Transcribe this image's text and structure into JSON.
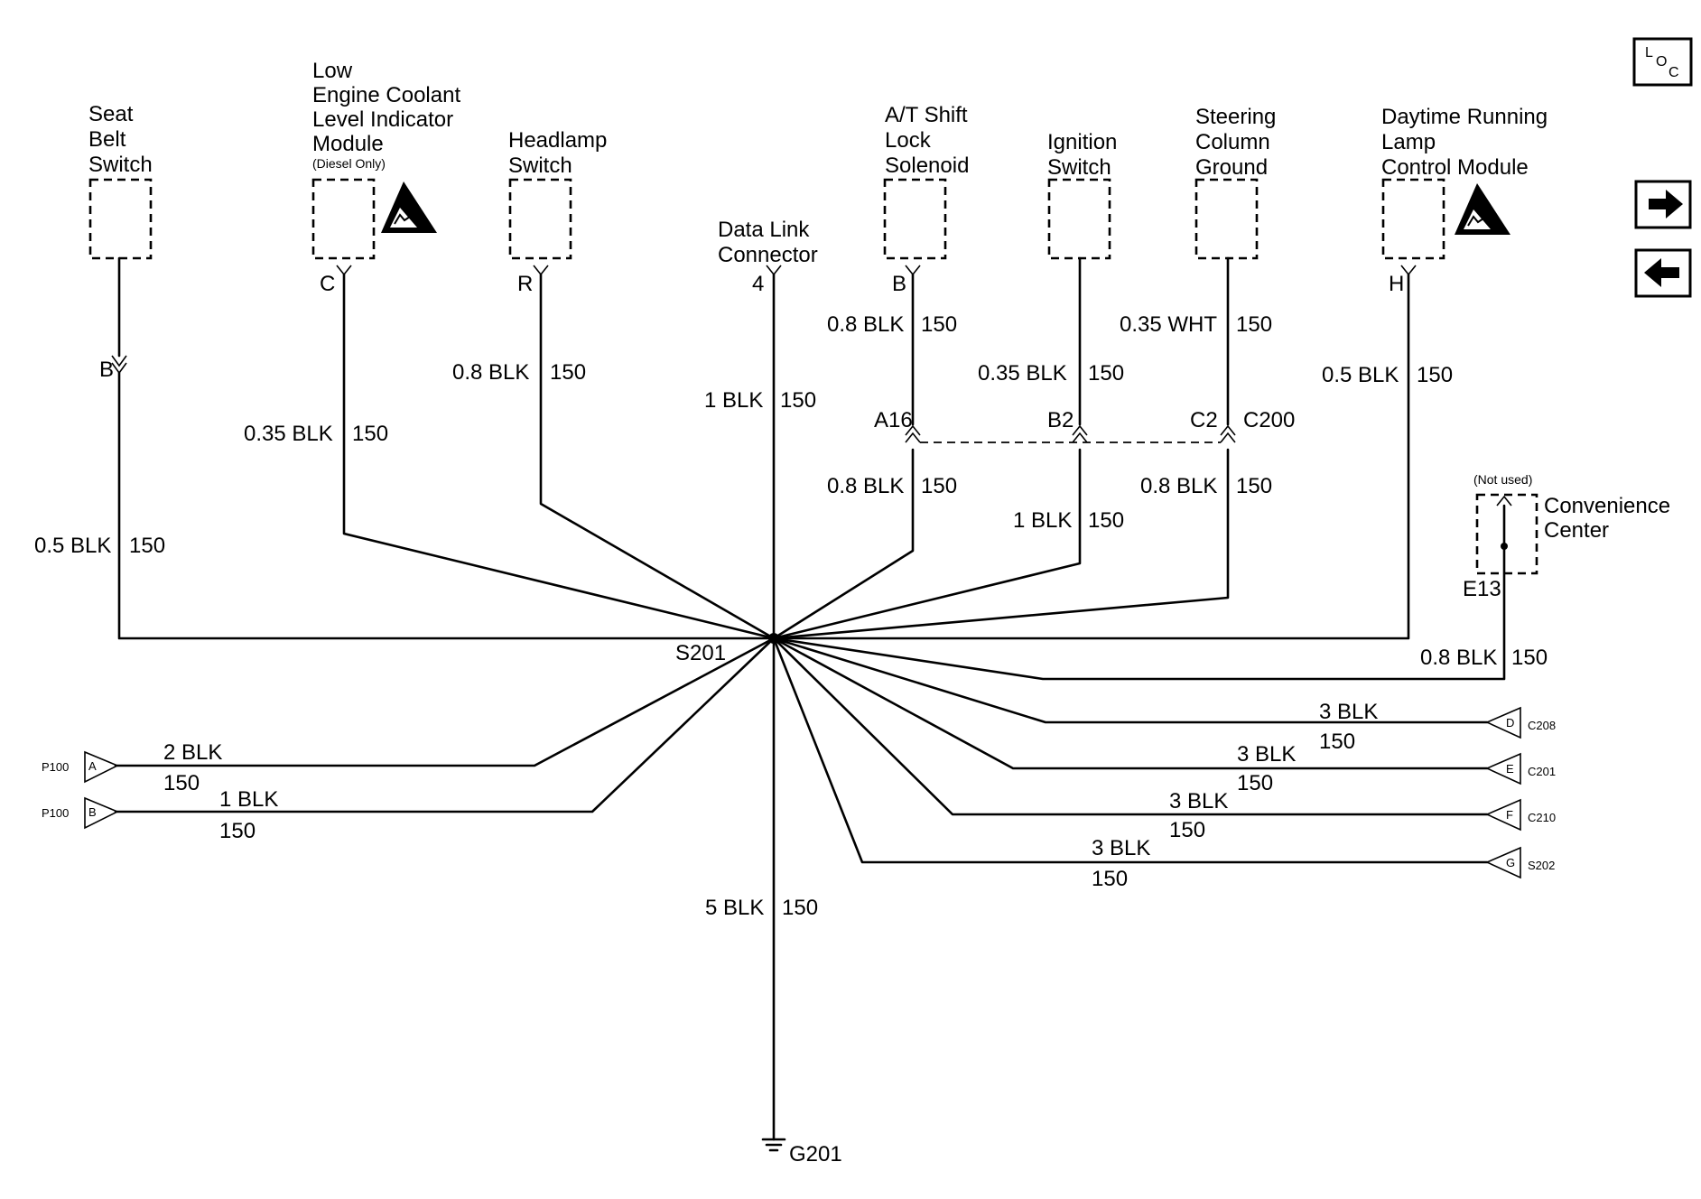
{
  "components": {
    "seat_belt_switch": [
      "Seat",
      "Belt",
      "Switch"
    ],
    "low_coolant_module": [
      "Low",
      "Engine Coolant",
      "Level Indicator",
      "Module"
    ],
    "low_coolant_note": "(Diesel Only)",
    "headlamp_switch": [
      "Headlamp",
      "Switch"
    ],
    "data_link_connector": [
      "Data Link",
      "Connector"
    ],
    "at_shift_lock": [
      "A/T Shift",
      "Lock",
      "Solenoid"
    ],
    "ignition_switch": [
      "Ignition",
      "Switch"
    ],
    "steering_column_ground": [
      "Steering",
      "Column",
      "Ground"
    ],
    "drl_module": [
      "Daytime Running",
      "Lamp",
      "Control Module"
    ],
    "convenience_center": [
      "Convenience",
      "Center"
    ],
    "convenience_note": "(Not used)"
  },
  "pins": {
    "seat_belt": "B",
    "low_coolant": "C",
    "headlamp": "R",
    "dlc": "4",
    "at_shift": "B",
    "drl": "H",
    "convenience": "E13"
  },
  "inline_connectors": {
    "a16": "A16",
    "b2": "B2",
    "c2": "C2",
    "c200": "C200"
  },
  "wires": {
    "seat_belt": {
      "size_color": "0.5 BLK",
      "circuit": "150"
    },
    "low_coolant": {
      "size_color": "0.35 BLK",
      "circuit": "150"
    },
    "headlamp": {
      "size_color": "0.8 BLK",
      "circuit": "150"
    },
    "dlc": {
      "size_color": "1 BLK",
      "circuit": "150"
    },
    "at_shift_upper": {
      "size_color": "0.8 BLK",
      "circuit": "150"
    },
    "at_shift_lower": {
      "size_color": "0.8 BLK",
      "circuit": "150"
    },
    "ignition_upper": {
      "size_color": "0.35 BLK",
      "circuit": "150"
    },
    "ignition_lower": {
      "size_color": "1 BLK",
      "circuit": "150"
    },
    "steering_upper": {
      "size_color": "0.35 WHT",
      "circuit": "150"
    },
    "steering_lower": {
      "size_color": "0.8 BLK",
      "circuit": "150"
    },
    "drl": {
      "size_color": "0.5 BLK",
      "circuit": "150"
    },
    "convenience": {
      "size_color": "0.8 BLK",
      "circuit": "150"
    },
    "p100_a": {
      "size_color": "2 BLK",
      "circuit": "150"
    },
    "p100_b": {
      "size_color": "1 BLK",
      "circuit": "150"
    },
    "c208": {
      "size_color": "3 BLK",
      "circuit": "150"
    },
    "c201": {
      "size_color": "3 BLK",
      "circuit": "150"
    },
    "c210": {
      "size_color": "3 BLK",
      "circuit": "150"
    },
    "s202": {
      "size_color": "3 BLK",
      "circuit": "150"
    },
    "ground": {
      "size_color": "5 BLK",
      "circuit": "150"
    }
  },
  "connectors_left": [
    {
      "name": "P100",
      "pin": "A"
    },
    {
      "name": "P100",
      "pin": "B"
    }
  ],
  "connectors_right": [
    {
      "name": "C208",
      "pin": "D"
    },
    {
      "name": "C201",
      "pin": "E"
    },
    {
      "name": "C210",
      "pin": "F"
    },
    {
      "name": "S202",
      "pin": "G"
    }
  ],
  "splice": "S201",
  "ground": "G201",
  "nav": {
    "loc_icon": "location-icon",
    "next_icon": "arrow-right-icon",
    "prev_icon": "arrow-left-icon"
  }
}
